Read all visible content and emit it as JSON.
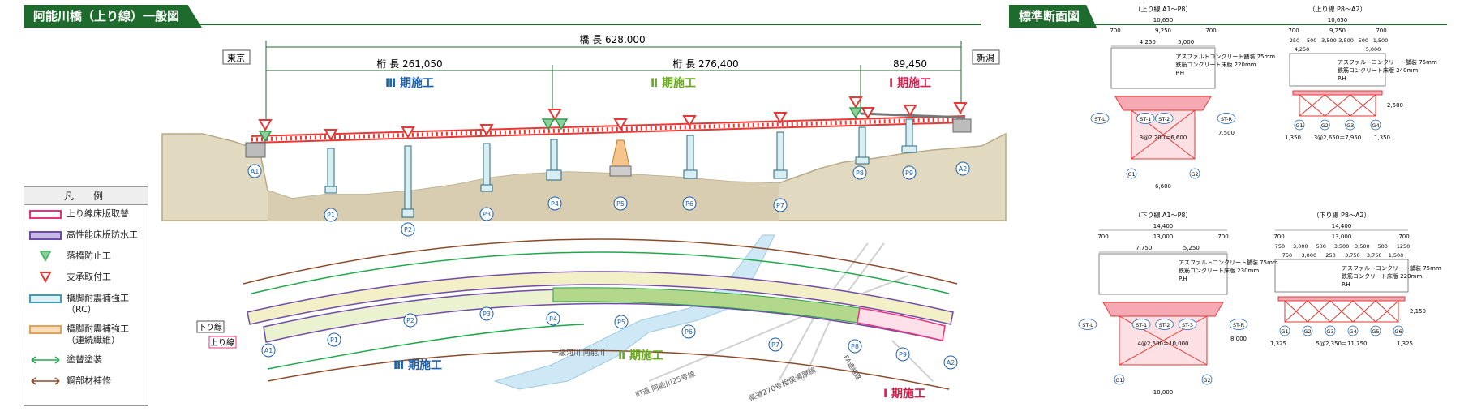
{
  "title_main": "阿能川橋（上り線）一般図",
  "title_section": "標準断面図",
  "legend": {
    "header": "凡　例",
    "items": [
      {
        "label": "上り線床版取替",
        "kind": "box",
        "color": "#e8337f",
        "fill": "#fff"
      },
      {
        "label": "高性能床版防水工",
        "kind": "box",
        "color": "#6f4aa8",
        "fill": "#c7b9e6"
      },
      {
        "label": "落橋防止工",
        "kind": "tri",
        "color": "#55b46c"
      },
      {
        "label": "支承取付工",
        "kind": "tri",
        "color": "#e53935"
      },
      {
        "label": "橋脚耐震補強工\n（RC）",
        "kind": "box",
        "color": "#3f9bb4",
        "fill": "#dff1f5"
      },
      {
        "label": "橋脚耐震補強工\n（連続繊維）",
        "kind": "box",
        "color": "#e0a25a",
        "fill": "#fbdcb8"
      },
      {
        "label": "塗替塗装",
        "kind": "arrow",
        "color": "#1fa84a"
      },
      {
        "label": "鋼部材補修",
        "kind": "arrow",
        "color": "#8a4a2a"
      }
    ]
  },
  "elevation": {
    "tokyo": "東京",
    "niigata": "新潟",
    "total_length": "橋 長 628,000",
    "girder1": "桁 長 261,050",
    "girder2": "桁 長 276,400",
    "girder3": "89,450",
    "phase3": "Ⅲ 期施工",
    "phase2": "Ⅱ 期施工",
    "phase1": "Ⅰ 期施工",
    "supports": [
      "A1",
      "P1",
      "P2",
      "P3",
      "P4",
      "P5",
      "P6",
      "P7",
      "P8",
      "P9",
      "A2"
    ]
  },
  "plan": {
    "down_line": "下り線",
    "up_line": "上り線",
    "phase3": "Ⅲ 期施工",
    "phase2": "Ⅱ 期施工",
    "phase1": "Ⅰ 期施工",
    "river": "一級河川 阿能川",
    "road1": "町道 阿能川25号線",
    "road2": "県道270号相俣湯原線",
    "road3": "PA連絡路",
    "supports": [
      "A1",
      "P1",
      "P2",
      "P3",
      "P4",
      "P5",
      "P6",
      "P7",
      "P8",
      "P9",
      "A2"
    ]
  },
  "sections": {
    "s1": {
      "title": "（上り線 A1～P8）",
      "total": "10,650",
      "top": [
        "700",
        "9,250",
        "700"
      ],
      "mid": [
        "4,250",
        "5,000"
      ],
      "notes": [
        "アスファルトコンクリート舗装 75mm",
        "鉄筋コンクリート床版 220mm",
        "P.H"
      ],
      "labels": [
        "ST-L",
        "ST-1",
        "ST-2",
        "ST-R"
      ],
      "dim_bottom": "3@2,200＝6,600",
      "height": "7,500",
      "girders": [
        "G1",
        "G2"
      ],
      "base": "6,600"
    },
    "s2": {
      "title": "（上り線 P8～A2）",
      "total": "10,650",
      "top": [
        "700",
        "9,250",
        "700"
      ],
      "mid": [
        "250",
        "500",
        "3,500",
        "3,500",
        "500",
        "1,500"
      ],
      "mid2": [
        "4,250",
        "5,000"
      ],
      "notes": [
        "アスファルトコンクリート舗装 75mm",
        "鉄筋コンクリート床版 240mm",
        "P.H"
      ],
      "height": "2,500",
      "girders": [
        "G1",
        "G2",
        "G3",
        "G4"
      ],
      "bottom": [
        "1,350",
        "3@2,650＝7,950",
        "1,350"
      ]
    },
    "s3": {
      "title": "（下り線 A1～P8）",
      "total": "14,400",
      "top": [
        "700",
        "13,000",
        "700"
      ],
      "mid": [
        "7,750",
        "5,250"
      ],
      "notes": [
        "アスファルトコンクリート舗装 75mm",
        "鉄筋コンクリート床版 230mm",
        "P.H"
      ],
      "labels": [
        "ST-L",
        "ST-1",
        "ST-2",
        "ST-3",
        "ST-R"
      ],
      "dim_bottom": "4@2,500＝10,000",
      "height": "8,000",
      "girders": [
        "G1",
        "G2"
      ],
      "base": "10,000"
    },
    "s4": {
      "title": "（下り線 P8～A2）",
      "total": "14,400",
      "top": [
        "700",
        "13,000",
        "700"
      ],
      "mid": [
        "750",
        "3,000",
        "500",
        "3,500",
        "3,500",
        "500",
        "1250"
      ],
      "mid2": [
        "750",
        "3,000",
        "250",
        "3,750",
        "3,750",
        "1,500"
      ],
      "notes": [
        "アスファルトコンクリート舗装 75mm",
        "鉄筋コンクリート床版 220mm",
        "P.H"
      ],
      "height": "2,150",
      "girders": [
        "G1",
        "G2",
        "G3",
        "G4",
        "G5",
        "G6"
      ],
      "bottom": [
        "1,325",
        "5@2,350＝11,750",
        "1,325"
      ]
    }
  }
}
